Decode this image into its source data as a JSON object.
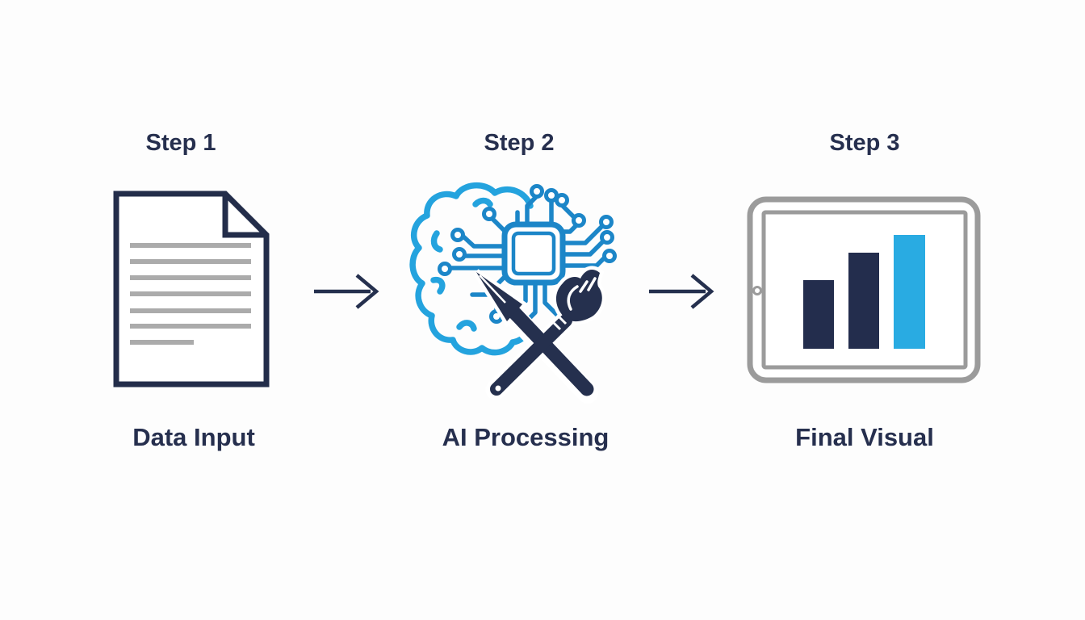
{
  "page": {
    "background": "#fdfdfd",
    "type": "process-flow-diagram"
  },
  "colors": {
    "text_navy": "#262F4E",
    "icon_navy": "#25304E",
    "brain_blue": "#24A3DE",
    "chip_blue": "#1C86C8",
    "bar_light_blue": "#29ABE2",
    "doc_line_gray": "#ABABAB",
    "tablet_gray": "#9B9B9B"
  },
  "steps": [
    {
      "title": "Step 1",
      "label": "Data Input",
      "icon": "document-icon"
    },
    {
      "title": "Step 2",
      "label": "AI Processing",
      "icon": "ai-brain-chip-brush-icon"
    },
    {
      "title": "Step 3",
      "label": "Final Visual",
      "icon": "tablet-bar-chart-icon"
    }
  ],
  "arrows": [
    {
      "icon": "arrow-right-icon",
      "between": [
        "Step 1",
        "Step 2"
      ]
    },
    {
      "icon": "arrow-right-icon",
      "between": [
        "Step 2",
        "Step 3"
      ]
    }
  ],
  "document_icon": {
    "line_count": 7,
    "last_line_short": true,
    "folded_corner": "top-right"
  },
  "tablet_chart": {
    "type": "bar",
    "bars": [
      {
        "relative_height": 85,
        "color": "#232D4D"
      },
      {
        "relative_height": 119,
        "color": "#232D4D"
      },
      {
        "relative_height": 141,
        "color": "#29ABE2"
      }
    ],
    "camera_dot": "left-center"
  }
}
